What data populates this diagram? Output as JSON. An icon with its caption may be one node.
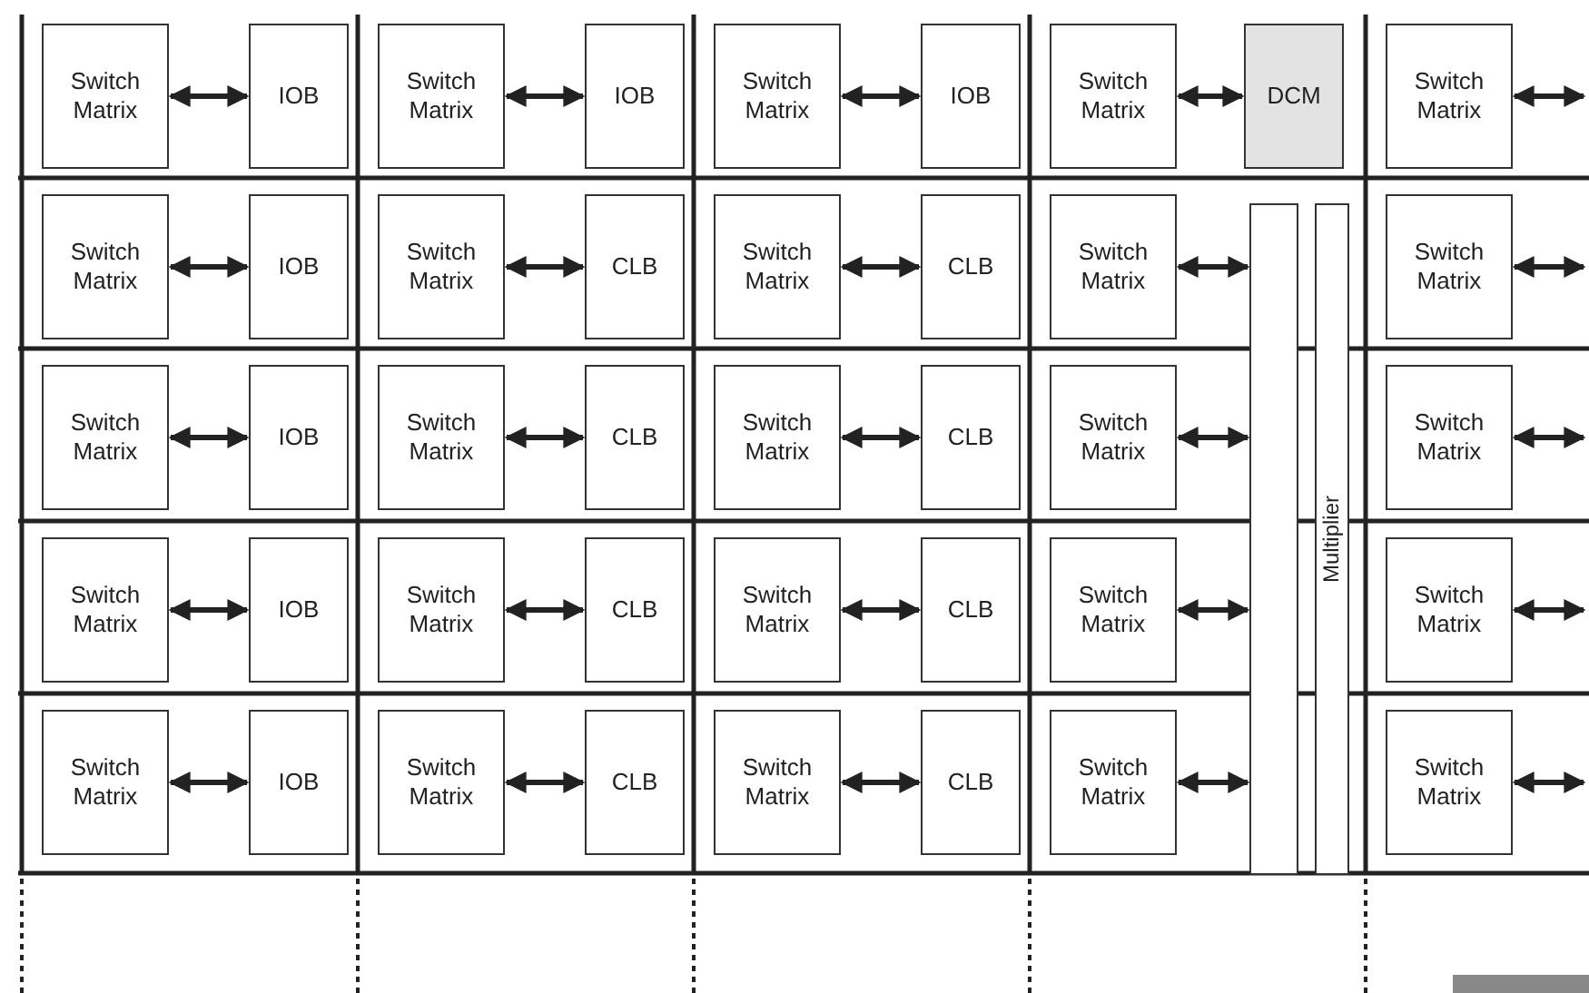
{
  "diagram": {
    "nodes": [
      {
        "text": [
          "Switch Matrix"
        ]
      },
      {
        "text": [
          "IOB"
        ]
      },
      {
        "text": [
          "Switch Matrix"
        ]
      },
      {
        "text": [
          "IOB"
        ]
      },
      {
        "text": [
          "Switch Matrix"
        ]
      },
      {
        "text": [
          "IOB"
        ]
      },
      {
        "text": [
          "Switch Matrix"
        ]
      },
      {
        "text": [
          "DCM"
        ]
      },
      {
        "text": [
          "Switch Matrix"
        ]
      },
      {
        "text": [
          "Switch Matrix"
        ]
      },
      {
        "text": [
          "IOB"
        ]
      },
      {
        "text": [
          "Switch Matrix"
        ]
      },
      {
        "text": [
          "CLB"
        ]
      },
      {
        "text": [
          "Switch Matrix"
        ]
      },
      {
        "text": [
          "CLB"
        ]
      },
      {
        "text": [
          "Switch Matrix"
        ]
      },
      {
        "text": [],
        "shape": "bar"
      },
      {
        "text": [
          "Multiplier"
        ]
      },
      {
        "text": [
          "Switch Matrix"
        ]
      },
      {
        "text": [
          "Switch Matrix"
        ]
      },
      {
        "text": [
          "IOB"
        ]
      },
      {
        "text": [
          "Switch Matrix"
        ]
      },
      {
        "text": [
          "CLB"
        ]
      },
      {
        "text": [
          "Switch Matrix"
        ]
      },
      {
        "text": [
          "CLB"
        ]
      },
      {
        "text": [
          "Switch Matrix"
        ]
      },
      {
        "text": [
          "Switch Matrix"
        ]
      },
      {
        "text": [
          "Switch Matrix"
        ]
      },
      {
        "text": [
          "IOB"
        ]
      },
      {
        "text": [
          "Switch Matrix"
        ]
      },
      {
        "text": [
          "CLB"
        ]
      },
      {
        "text": [
          "Switch Matrix"
        ]
      },
      {
        "text": [
          "CLB"
        ]
      },
      {
        "text": [
          "Switch Matrix"
        ]
      },
      {
        "text": [
          "Switch Matrix"
        ]
      },
      {
        "text": [
          "Switch Matrix"
        ]
      },
      {
        "text": [
          "IOB"
        ]
      },
      {
        "text": [
          "Switch Matrix"
        ]
      },
      {
        "text": [
          "CLB"
        ]
      },
      {
        "text": [
          "Switch Matrix"
        ]
      },
      {
        "text": [
          "CLB"
        ]
      },
      {
        "text": [
          "Switch Matrix"
        ]
      },
      {
        "text": [
          "Switch Matrix"
        ]
      }
    ],
    "edges": [
      {
        "from": 0,
        "to": 1,
        "arrow": "both"
      },
      {
        "from": 2,
        "to": 3,
        "arrow": "both"
      },
      {
        "from": 4,
        "to": 5,
        "arrow": "both"
      },
      {
        "from": 6,
        "to": 7,
        "arrow": "both"
      },
      {
        "from": 8,
        "to": null,
        "arrow": "both"
      },
      {
        "from": 9,
        "to": 10,
        "arrow": "both"
      },
      {
        "from": 11,
        "to": 12,
        "arrow": "both"
      },
      {
        "from": 13,
        "to": 14,
        "arrow": "both"
      },
      {
        "from": 15,
        "to": 16,
        "arrow": "both"
      },
      {
        "from": 18,
        "to": null,
        "arrow": "both"
      },
      {
        "from": 19,
        "to": 20,
        "arrow": "both"
      },
      {
        "from": 21,
        "to": 22,
        "arrow": "both"
      },
      {
        "from": 23,
        "to": 24,
        "arrow": "both"
      },
      {
        "from": 25,
        "to": 16,
        "arrow": "both"
      },
      {
        "from": 26,
        "to": null,
        "arrow": "both"
      },
      {
        "from": 27,
        "to": 28,
        "arrow": "both"
      },
      {
        "from": 29,
        "to": 30,
        "arrow": "both"
      },
      {
        "from": 31,
        "to": 32,
        "arrow": "both"
      },
      {
        "from": 33,
        "to": 16,
        "arrow": "both"
      },
      {
        "from": 34,
        "to": null,
        "arrow": "both"
      },
      {
        "from": 35,
        "to": 36,
        "arrow": "both"
      },
      {
        "from": 37,
        "to": 38,
        "arrow": "both"
      },
      {
        "from": 39,
        "to": 40,
        "arrow": "both"
      },
      {
        "from": 41,
        "to": 16,
        "arrow": "both"
      },
      {
        "from": 42,
        "to": null,
        "arrow": "both"
      }
    ]
  }
}
